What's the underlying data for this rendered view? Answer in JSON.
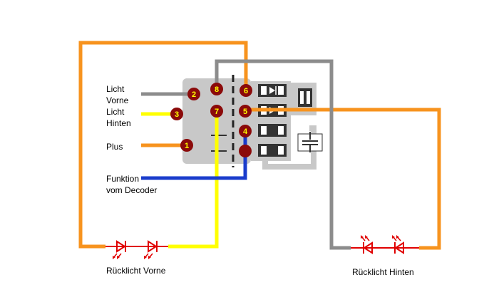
{
  "labels": {
    "licht_vorne": [
      "Licht",
      "Vorne"
    ],
    "licht_hinten": [
      "Licht",
      "Hinten"
    ],
    "plus": "Plus",
    "funktion": [
      "Funktion",
      "vom Decoder"
    ],
    "ruecklicht_vorne": "Rücklicht Vorne",
    "ruecklicht_hinten": "Rücklicht Hinten"
  },
  "pads": [
    "1",
    "2",
    "3",
    "4",
    "5",
    "6",
    "7",
    "8"
  ],
  "colors": {
    "orange": "#f7931e",
    "gray": "#8c8c8c",
    "yellow": "#ffff00",
    "blue": "#1a3ccc",
    "pad": "#8b0a0a",
    "led": "#e00000",
    "board": "#c8c8c8",
    "component": "#333333"
  },
  "icons": [
    "led-icon",
    "diode-icon",
    "capacitor-icon"
  ]
}
